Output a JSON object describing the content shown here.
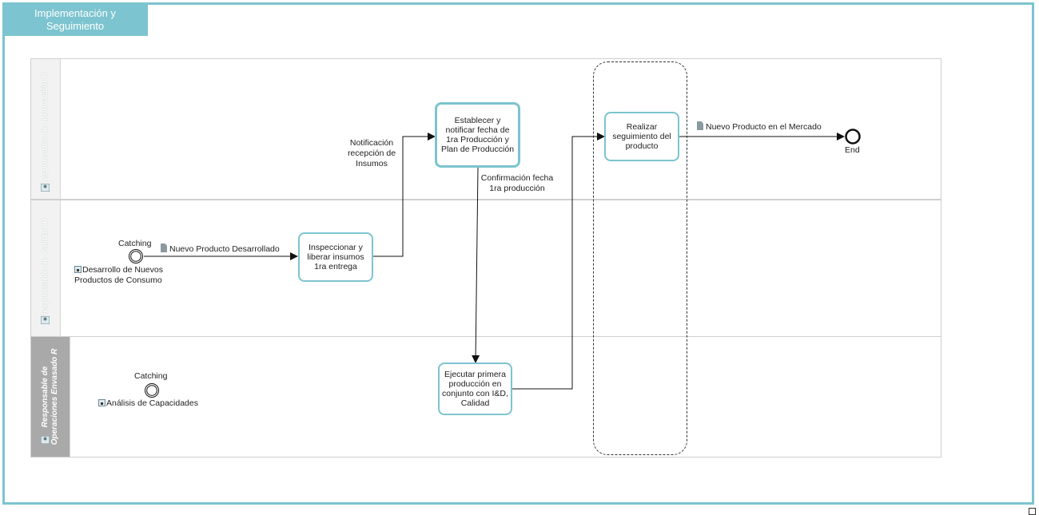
{
  "title": {
    "line1": "Implementación y",
    "line2": "Seguimiento"
  },
  "lanes": [
    {
      "label": "Responsable de Innovación R"
    },
    {
      "label": "Responsable de Calidad R"
    },
    {
      "label_line1": "Responsable de",
      "label_line2": "Operaciones Envasado R"
    }
  ],
  "events": {
    "catching1": "Catching",
    "catching2": "Catching",
    "end": "End"
  },
  "subprocess_links": {
    "link1_line1": "Desarrollo de Nuevos",
    "link1_line2": "Productos de Consumo",
    "link2": "Análisis de Capacidades"
  },
  "tasks": {
    "establecer": "Establecer y notificar fecha de 1ra Producción y Plan de Producción",
    "realizar": "Realizar seguimiento del producto",
    "inspeccionar": "Inspeccionar y liberar insumos 1ra entrega",
    "ejecutar": "Ejecutar primera producción en conjunto con I&D, Calidad"
  },
  "flow_labels": {
    "notificacion_1": "Notificación",
    "notificacion_2": "recepción de",
    "notificacion_3": "Insumos",
    "confirmacion_1": "Confirmación fecha",
    "confirmacion_2": "1ra producción"
  },
  "data_objects": {
    "nuevo_desarrollado": "Nuevo Producto Desarrollado",
    "nuevo_mercado": "Nuevo Producto en el Mercado"
  },
  "colors": {
    "accent": "#7cc4cf",
    "lane_header_light": "#f2f2f2",
    "lane_header_dark": "#a9a9a9"
  }
}
